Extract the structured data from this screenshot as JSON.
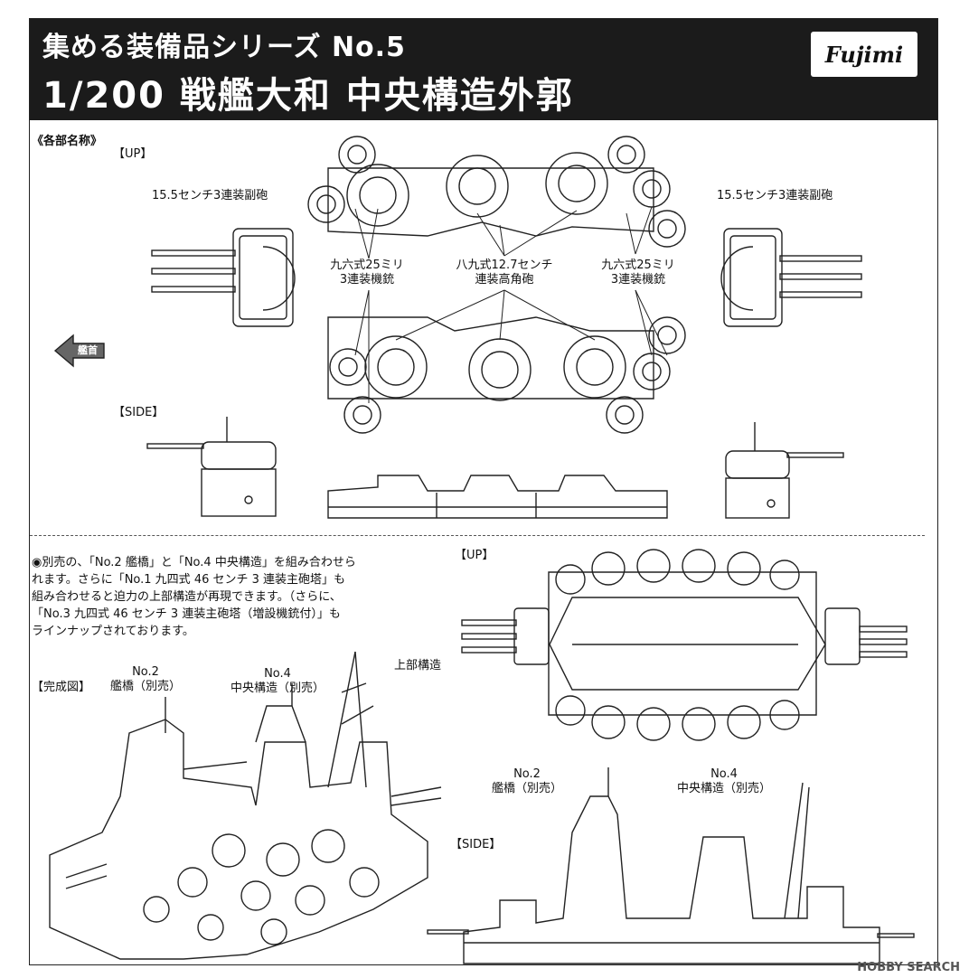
{
  "header": {
    "series": "集める装備品シリーズ No.5",
    "title": "1/200 戦艦大和 中央構造外郭",
    "logo": "Fujimi"
  },
  "labels": {
    "parts_names": "《各部名称》",
    "up": "【UP】",
    "side": "【SIDE】",
    "bow": "艦首",
    "gun155_left": "15.5センチ3連装副砲",
    "gun155_right": "15.5センチ3連装副砲",
    "aa25_left_1": "九六式25ミリ",
    "aa25_left_2": "3連装機銃",
    "hg127_1": "八九式12.7センチ",
    "hg127_2": "連装高角砲",
    "aa25_right_1": "九六式25ミリ",
    "aa25_right_2": "3連装機銃",
    "up2": "【UP】",
    "side2": "【SIDE】",
    "upper_structure": "上部構造",
    "completed": "【完成図】",
    "no2_a": "No.2",
    "no2_a_sub": "艦橋（別売）",
    "no4_a": "No.4",
    "no4_a_sub": "中央構造（別売）",
    "no2_b": "No.2",
    "no2_b_sub": "艦橋（別売）",
    "no4_b": "No.4",
    "no4_b_sub": "中央構造（別売）"
  },
  "note": {
    "line1": "◉別売の、「No.2 艦橋」と「No.4 中央構造」を組み合わせら",
    "line2": "れます。さらに「No.1 九四式 46 センチ 3 連装主砲塔」も",
    "line3": "組み合わせると迫力の上部構造が再現できます。（さらに、",
    "line4": "「No.3 九四式 46 センチ 3 連装主砲塔（増設機銃付）」も",
    "line5": "ラインナップされております。"
  },
  "watermark": "HOBBY SEARCH"
}
